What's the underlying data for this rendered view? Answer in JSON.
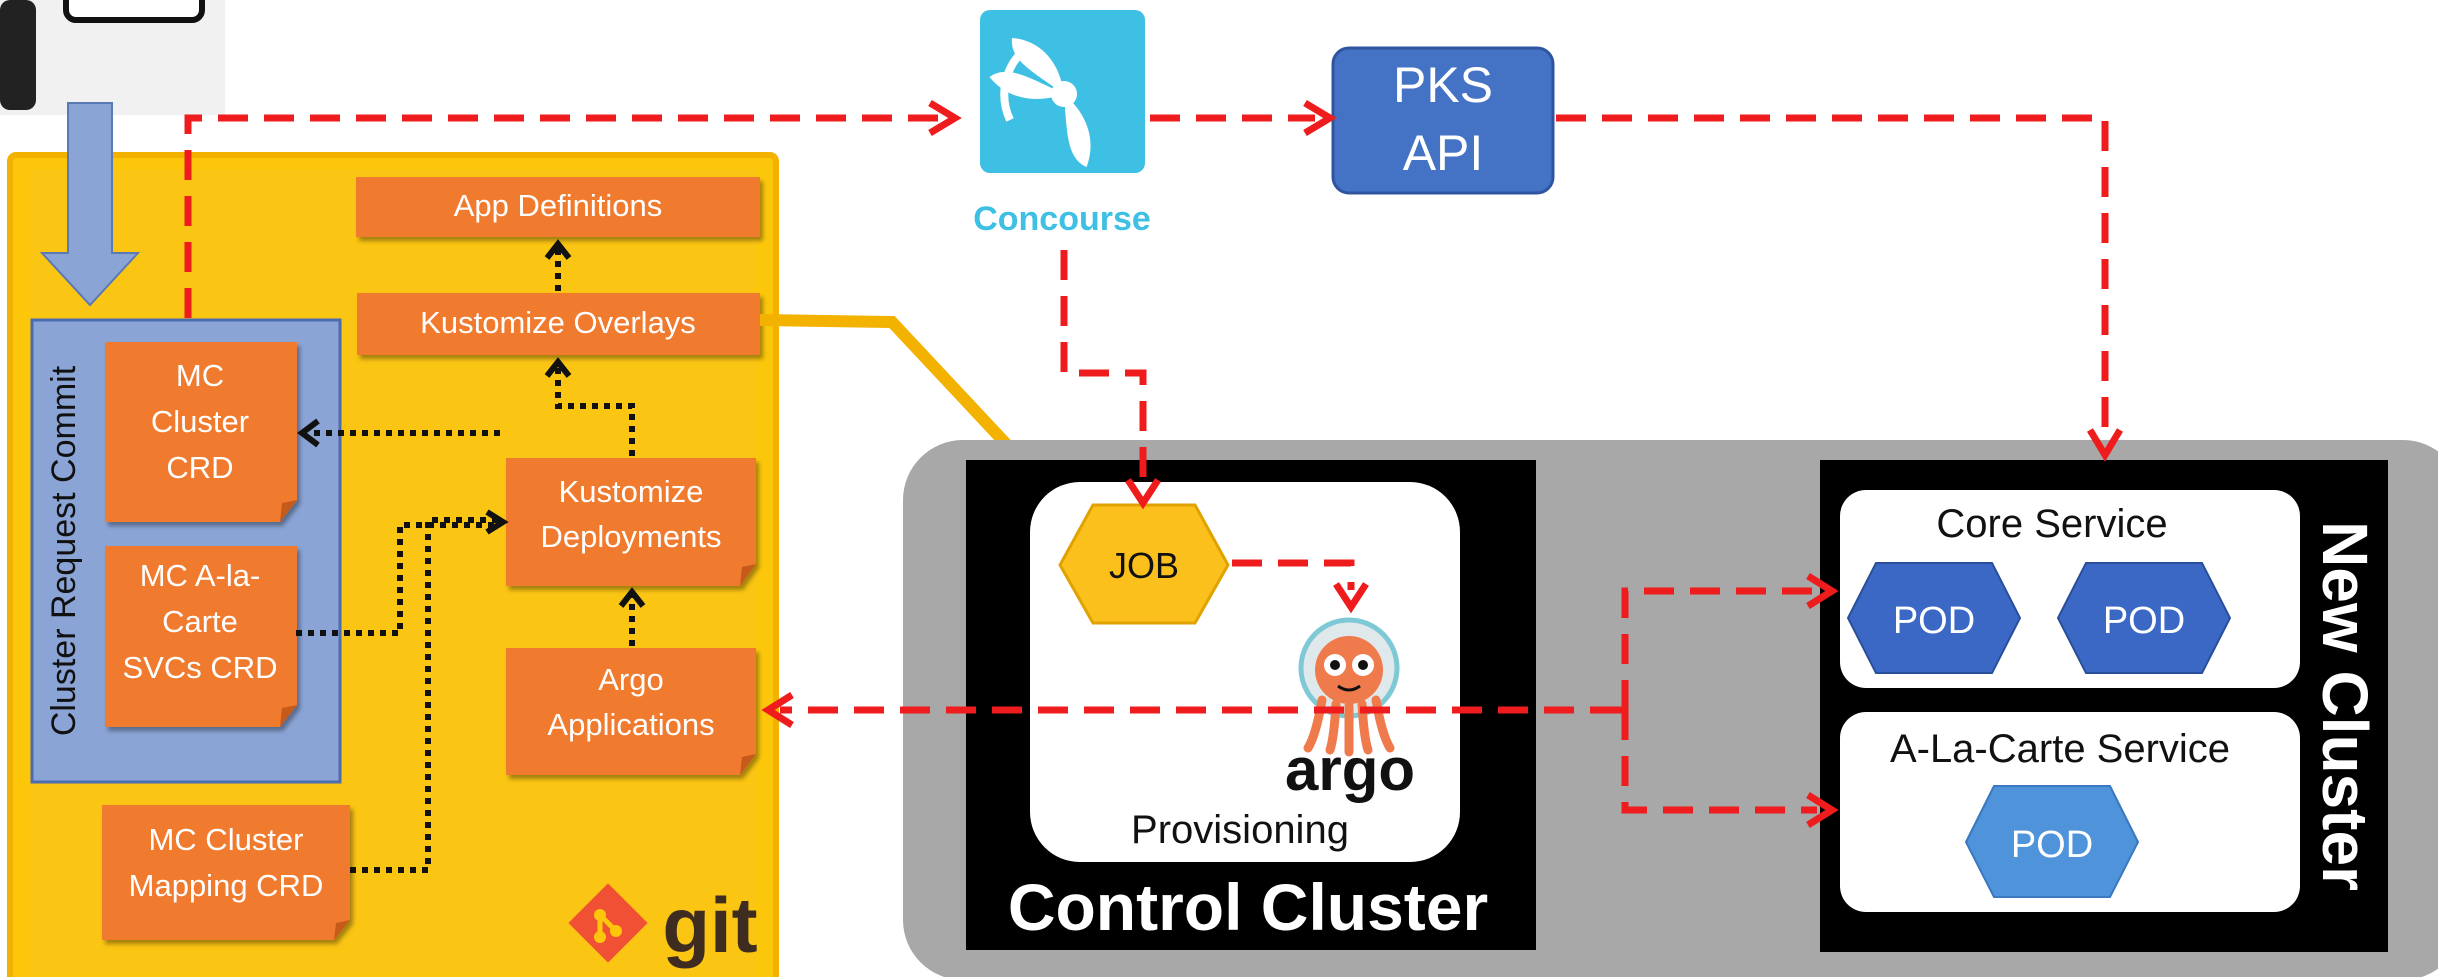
{
  "colors": {
    "git_panel": "#fcc70b",
    "git_panel_border": "#f3b200",
    "commit_box": "#8aa4d6",
    "note": "#f07a2e",
    "note_text": "#ffffff",
    "concourse": "#3ec0e4",
    "pks": "#4472c4",
    "cluster_bg": "#a8a8a8",
    "cluster_black": "#000000",
    "job": "#fbc01b",
    "pod_dark": "#3a68c4",
    "pod_light": "#4f93db",
    "dash_red": "#ee1c1c",
    "dotted": "#111111",
    "git_logo": "#f05033",
    "argo_orange": "#ef7b4d",
    "argo_teal": "#7fc9d6"
  },
  "git": {
    "commit_label": "Cluster Request Commit",
    "logo_text": "git"
  },
  "notes": {
    "app_definitions": "App Definitions",
    "kustomize_overlays": "Kustomize Overlays",
    "mc_cluster_crd": [
      "MC",
      "Cluster",
      "CRD"
    ],
    "mc_alacarte_crd": [
      "MC A-la-",
      "Carte",
      "SVCs CRD"
    ],
    "kustomize_deployments": [
      "Kustomize",
      "Deployments"
    ],
    "argo_applications": [
      "Argo",
      "Applications"
    ],
    "mc_cluster_mapping": [
      "MC Cluster",
      "Mapping CRD"
    ]
  },
  "concourse": {
    "label": "Concourse",
    "icon": "propeller-icon"
  },
  "pks": {
    "lines": [
      "PKS",
      "API"
    ]
  },
  "control_cluster": {
    "title": "Control Cluster",
    "job": "JOB",
    "argo_text": "argo",
    "provisioning": "Provisioning"
  },
  "new_cluster": {
    "title": "New Cluster",
    "core_service": "Core Service",
    "alacarte_service": "A-La-Carte Service",
    "pod": "POD"
  }
}
